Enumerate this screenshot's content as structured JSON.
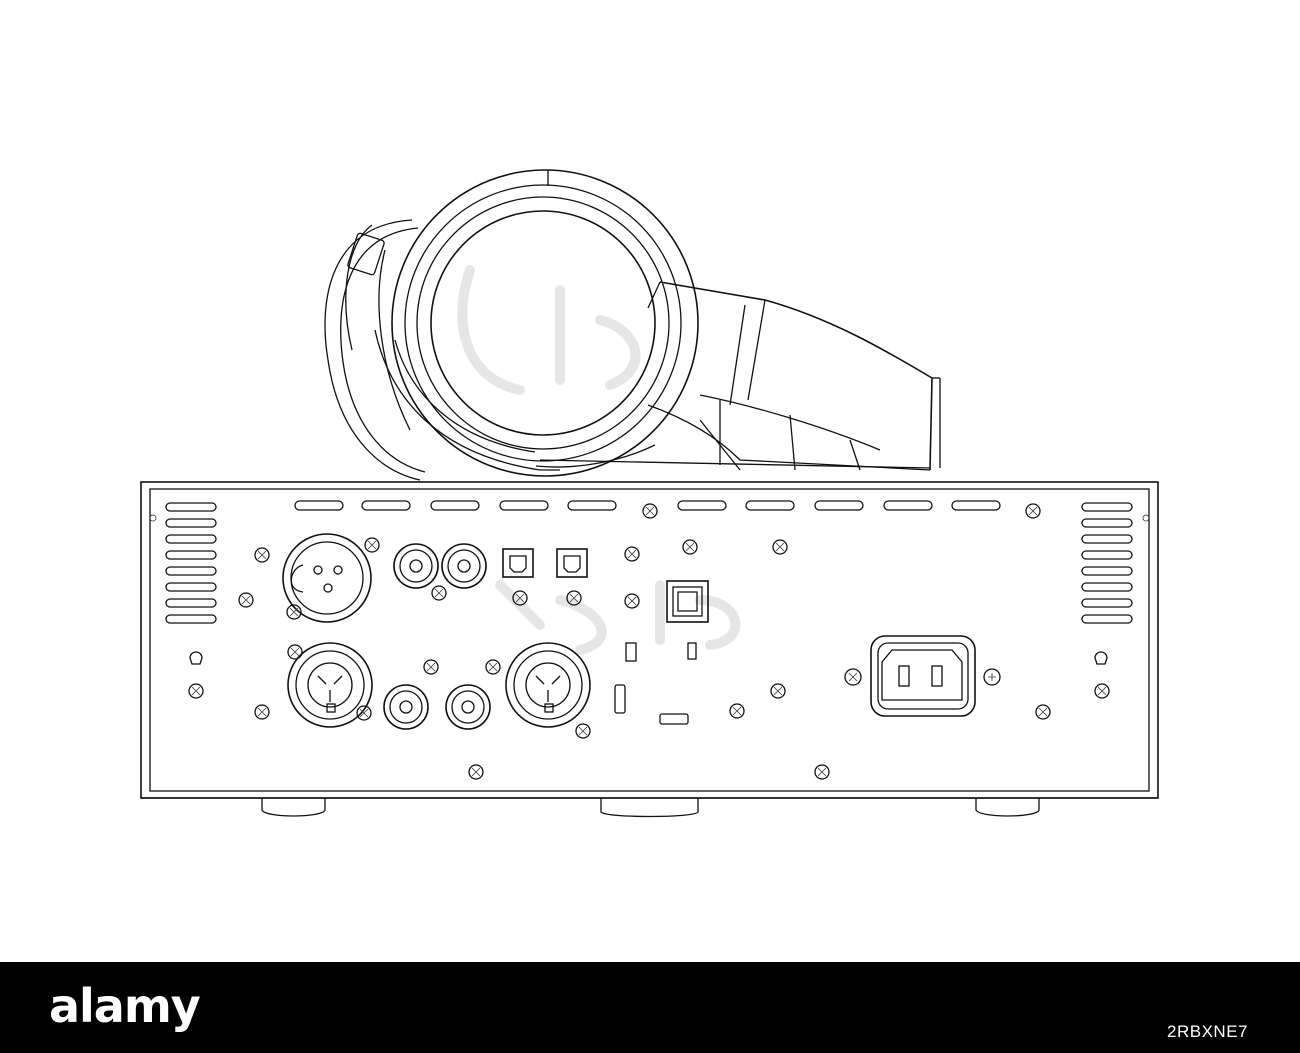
{
  "footer": {
    "brand": "alamy",
    "image_id": "2RBXNE7"
  },
  "colors": {
    "line": "#111111",
    "background": "#ffffff",
    "footer": "#000000",
    "footer_text": "#ffffff"
  },
  "illustration": {
    "objects": [
      "headphones",
      "audio-device-rear-panel"
    ],
    "icons": [
      "screw-icon",
      "xlr-connector-icon",
      "rca-jack-icon",
      "optical-port-icon",
      "usb-b-port-icon",
      "iec-power-inlet-icon"
    ]
  }
}
